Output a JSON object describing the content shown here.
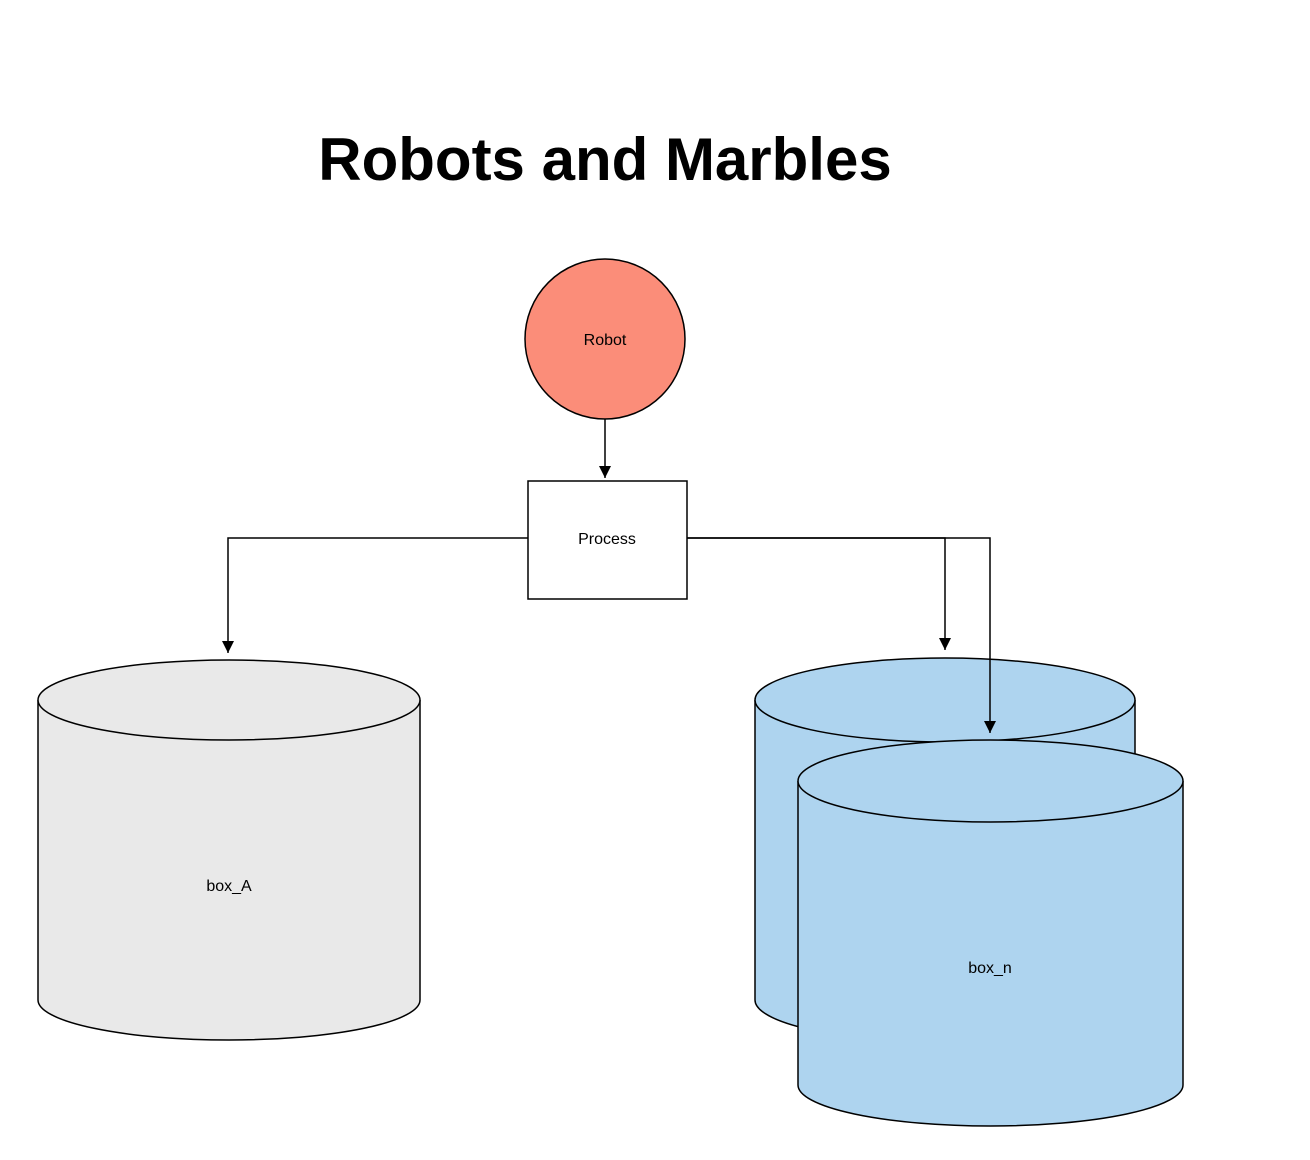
{
  "title": "Robots and Marbles",
  "nodes": {
    "robot": {
      "label": "Robot",
      "fill": "#FB8D79"
    },
    "process": {
      "label": "Process",
      "fill": "#FFFFFF"
    },
    "box_a": {
      "label": "box_A",
      "fill": "#E9E9E9"
    },
    "box_n": {
      "label": "box_n",
      "fill": "#AED4EF"
    }
  },
  "edges": [
    {
      "from": "Robot",
      "to": "Process"
    },
    {
      "from": "Process",
      "to": "box_A"
    },
    {
      "from": "Process",
      "to": "box_n (back)"
    },
    {
      "from": "Process",
      "to": "box_n (front)"
    }
  ],
  "colors": {
    "stroke": "#000000",
    "background": "#FFFFFF"
  }
}
